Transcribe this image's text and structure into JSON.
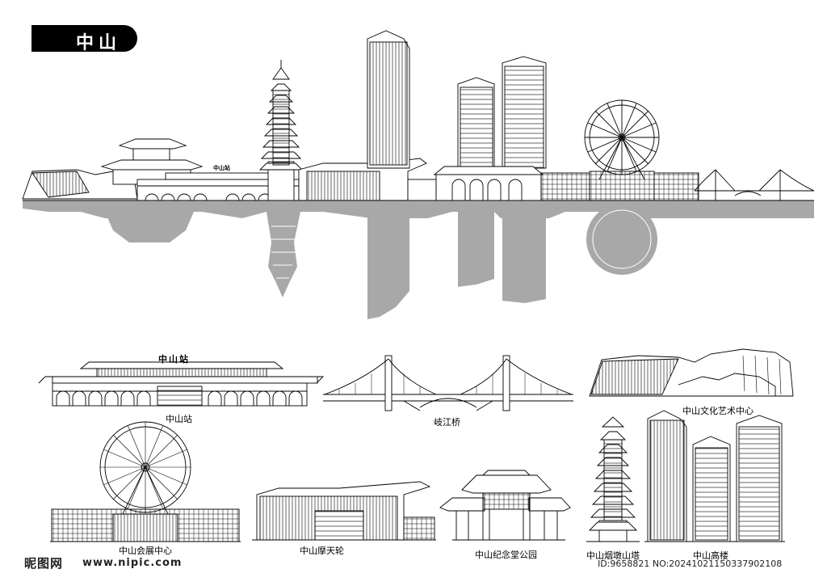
{
  "title": "中山",
  "skyline_station_sign": "中山站",
  "labels": {
    "station": "中山站",
    "bridge": "岐江桥",
    "arts": "中山文化艺术中心",
    "expo": "中山会展中心",
    "ferris": "中山摩天轮",
    "memorial": "中山纪念堂公园",
    "pagoda": "中山烟墩山塔",
    "towers": "中山高楼"
  },
  "watermark": {
    "logo": "昵图网",
    "url": "www.nipic.com",
    "id": "ID:9658821 NO:20241021150337902108"
  }
}
